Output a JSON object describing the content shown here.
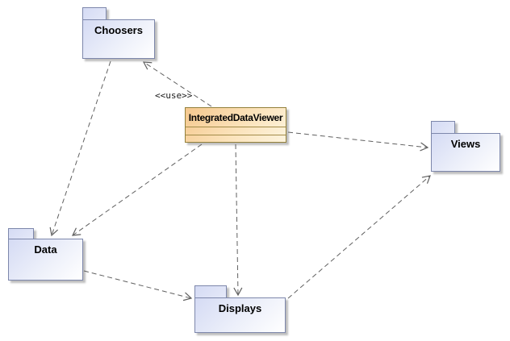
{
  "diagram": {
    "type": "uml-package-diagram",
    "background": "#ffffff",
    "use_label": "<<use>>",
    "packages": [
      {
        "id": "choosers",
        "label": "Choosers"
      },
      {
        "id": "views",
        "label": "Views"
      },
      {
        "id": "data",
        "label": "Data"
      },
      {
        "id": "displays",
        "label": "Displays"
      }
    ],
    "classes": [
      {
        "id": "integrated-data-viewer",
        "label": "IntegratedDataViewer",
        "compartments_empty": 2
      }
    ],
    "edges": [
      {
        "from": "IntegratedDataViewer",
        "to": "Choosers",
        "style": "dashed",
        "stereotype": "<<use>>"
      },
      {
        "from": "Choosers",
        "to": "Data",
        "style": "dashed"
      },
      {
        "from": "IntegratedDataViewer",
        "to": "Data",
        "style": "dashed"
      },
      {
        "from": "IntegratedDataViewer",
        "to": "Displays",
        "style": "dashed"
      },
      {
        "from": "IntegratedDataViewer",
        "to": "Views",
        "style": "dashed"
      },
      {
        "from": "Data",
        "to": "Displays",
        "style": "dashed"
      },
      {
        "from": "Displays",
        "to": "Views",
        "style": "dashed"
      }
    ],
    "colors": {
      "package_fill_start": "#d5dbf4",
      "package_fill_end": "#ffffff",
      "package_border": "#7d87ab",
      "class_fill_start": "#f5c88e",
      "class_fill_end": "#fdf4de",
      "class_border": "#93803a",
      "edge": "#606060",
      "shadow": "#6e6e6e"
    }
  }
}
